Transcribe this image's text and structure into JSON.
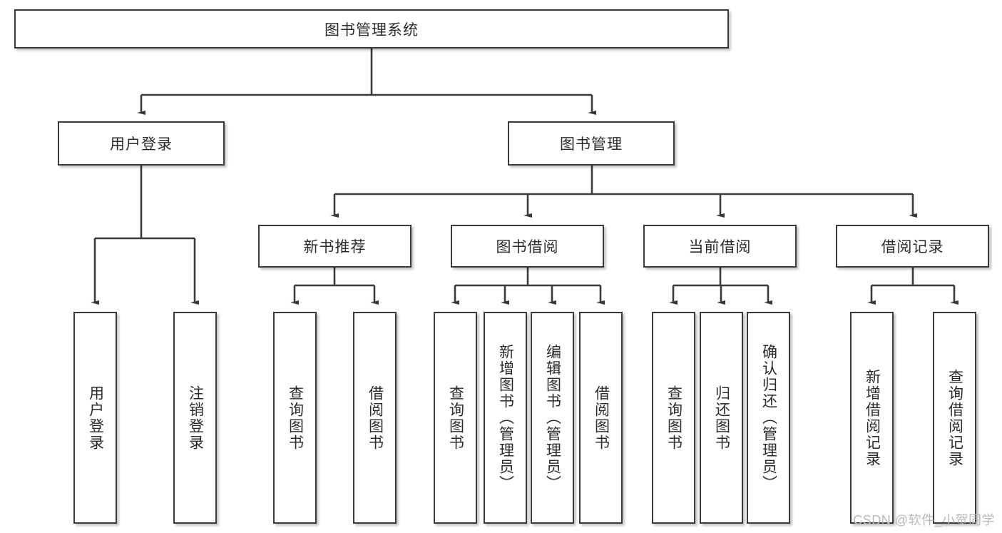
{
  "diagram": {
    "title": "图书管理系统",
    "root": {
      "id": "root",
      "label": "图书管理系统"
    },
    "level2": [
      {
        "id": "user-login",
        "label": "用户登录"
      },
      {
        "id": "book-management",
        "label": "图书管理"
      }
    ],
    "level3": [
      {
        "id": "new-book-recommend",
        "label": "新书推荐"
      },
      {
        "id": "book-borrow",
        "label": "图书借阅"
      },
      {
        "id": "current-borrow",
        "label": "当前借阅"
      },
      {
        "id": "borrow-record",
        "label": "借阅记录"
      }
    ],
    "leaves": {
      "user_login": [
        {
          "id": "leaf-user-login",
          "label": "用户登录"
        },
        {
          "id": "leaf-logout-login",
          "label": "注销登录"
        }
      ],
      "new_book_recommend": [
        {
          "id": "leaf-query-book-1",
          "label": "查询图书"
        },
        {
          "id": "leaf-borrow-book-1",
          "label": "借阅图书"
        }
      ],
      "book_borrow": [
        {
          "id": "leaf-query-book-2",
          "label": "查询图书"
        },
        {
          "id": "leaf-add-book",
          "label": "新增图书（管理员）"
        },
        {
          "id": "leaf-edit-book",
          "label": "编辑图书（管理员）"
        },
        {
          "id": "leaf-borrow-book-2",
          "label": "借阅图书"
        }
      ],
      "current_borrow": [
        {
          "id": "leaf-query-book-3",
          "label": "查询图书"
        },
        {
          "id": "leaf-return-book",
          "label": "归还图书"
        },
        {
          "id": "leaf-confirm-return",
          "label": "确认归还（管理员）"
        }
      ],
      "borrow_record": [
        {
          "id": "leaf-add-borrow-record",
          "label": "新增借阅记录"
        },
        {
          "id": "leaf-query-borrow-record",
          "label": "查询借阅记录"
        }
      ]
    }
  },
  "watermark": {
    "text": "CSDN @软件_小贺同学"
  },
  "colors": {
    "stroke": "#3a3a3a",
    "fill": "#ffffff",
    "text": "#2b2b2b",
    "watermark": "#b9b9b9"
  }
}
